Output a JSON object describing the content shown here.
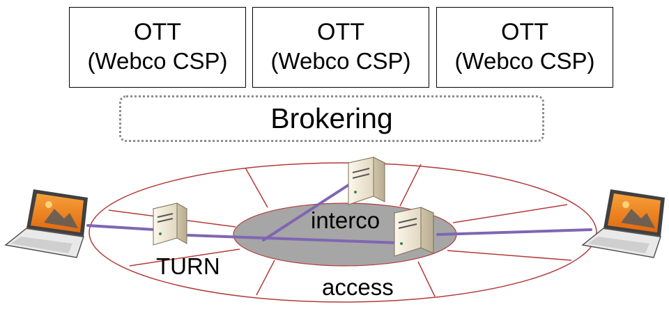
{
  "ott_boxes": [
    {
      "line1": "OTT",
      "line2": "(Webco CSP)"
    },
    {
      "line1": "OTT",
      "line2": "(Webco CSP)"
    },
    {
      "line1": "OTT",
      "line2": "(Webco CSP)"
    }
  ],
  "brokering": {
    "label": "Brokering"
  },
  "network": {
    "interco_label": "interco",
    "turn_label": "TURN",
    "access_label": "access"
  },
  "icons": [
    "laptop-icon",
    "server-icon"
  ],
  "colors": {
    "ring_stroke": "#b23a3a",
    "core_fill": "#a6a6a6",
    "link": "#7f66b3",
    "box_border": "#000000",
    "dotted_border": "#8c8c8c"
  }
}
